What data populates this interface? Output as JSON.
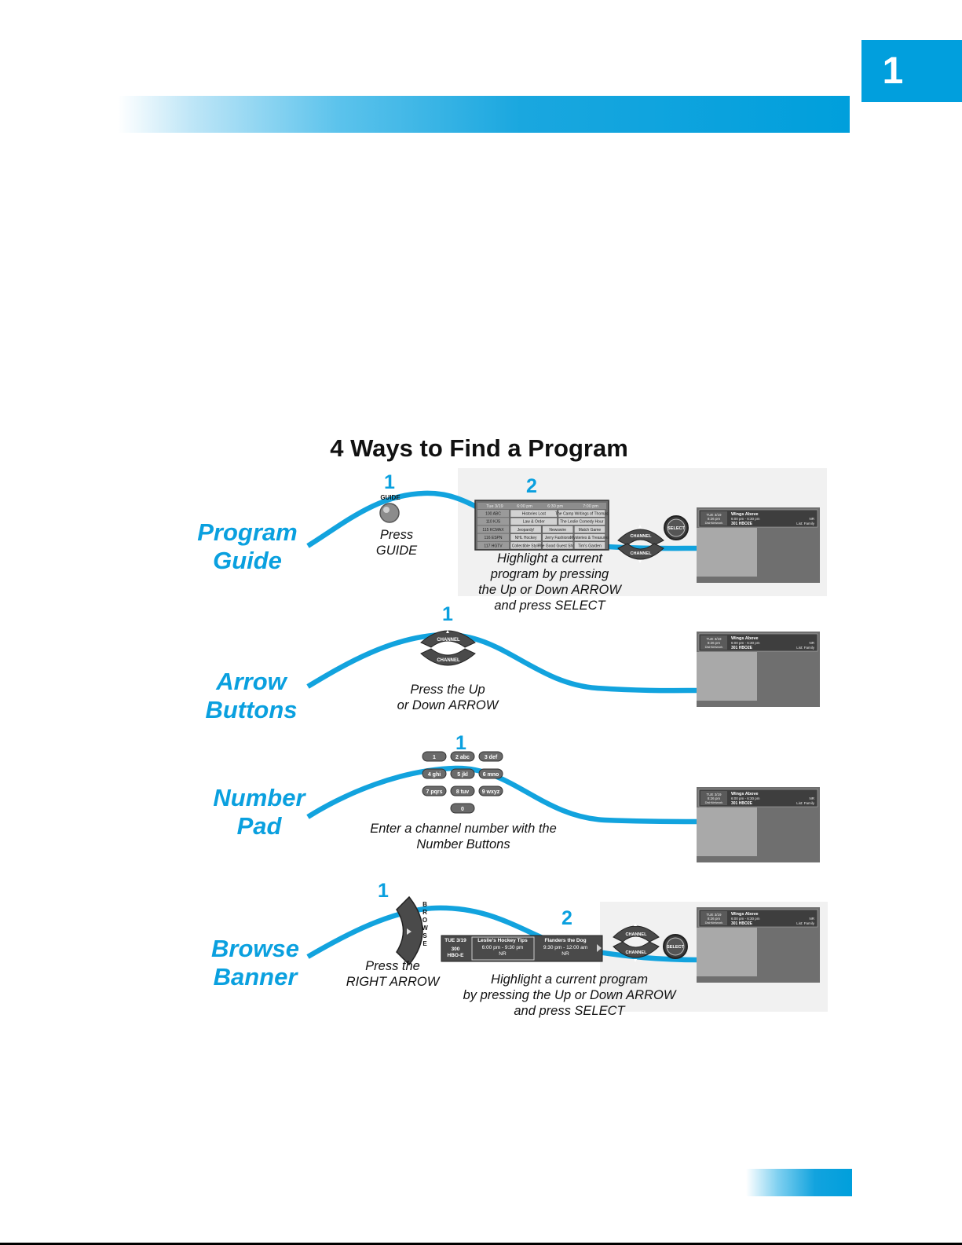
{
  "chapter": {
    "number": "1"
  },
  "section_title": "4 Ways to Find a Program",
  "ways": [
    {
      "label_line1": "Program",
      "label_line2": "Guide",
      "steps": [
        {
          "number": "1",
          "button": "GUIDE",
          "caption_lines": [
            "Press",
            "GUIDE"
          ]
        },
        {
          "number": "2",
          "caption_lines": [
            "Highlight a current",
            "program by pressing",
            "the Up or Down ARROW",
            "and press SELECT"
          ]
        }
      ]
    },
    {
      "label_line1": "Arrow",
      "label_line2": "Buttons",
      "steps": [
        {
          "number": "1",
          "caption_lines": [
            "Press the Up",
            "or Down ARROW"
          ]
        }
      ]
    },
    {
      "label_line1": "Number",
      "label_line2": "Pad",
      "steps": [
        {
          "number": "1",
          "caption_lines": [
            "Enter a channel number with the",
            "Number Buttons"
          ]
        }
      ]
    },
    {
      "label_line1": "Browse",
      "label_line2": "Banner",
      "steps": [
        {
          "number": "1",
          "caption_lines": [
            "Press the",
            "RIGHT ARROW"
          ]
        },
        {
          "number": "2",
          "caption_lines": [
            "Highlight a current program",
            "by pressing the Up or Down ARROW",
            "and press SELECT"
          ]
        }
      ]
    }
  ],
  "remote": {
    "channel_label": "CHANNEL",
    "select_label": "SELECT",
    "browse_letters": [
      "B",
      "R",
      "O",
      "W",
      "S",
      "E"
    ],
    "number_keys": [
      "1",
      "2 abc",
      "3 def",
      "4 ghi",
      "5 jkl",
      "6 mno",
      "7 pqrs",
      "8 tuv",
      "9 wxyz",
      "0"
    ]
  },
  "tv_banner": {
    "date": "TUE 3/19",
    "time": "8:26 pm",
    "network": "DishNetwork",
    "program": "Wings Above",
    "timeslot": "6:00 pm - 6:30 pm",
    "channel": "301 HBO2E",
    "rating": "NR",
    "category": "List: Family"
  },
  "browse_banner": {
    "date": "TUE 3/19",
    "channel_number": "300",
    "channel_name": "HBO-E",
    "program1_title": "Leslie's Hockey Tips",
    "program1_time": "6:00 pm - 9:30 pm",
    "program1_rating": "NR",
    "program2_title": "Flanders the Dog",
    "program2_time": "9:30 pm - 12:00 am",
    "program2_rating": "NR"
  },
  "program_guide": {
    "header": [
      "Tue 3/19",
      "6:00 pm",
      "6:30 pm",
      "7:00 pm"
    ],
    "rows": [
      {
        "channel": "100 ABC",
        "programs": [
          "Histories Lost",
          "The Camp Writings of Thomas"
        ]
      },
      {
        "channel": "110 KJS",
        "programs": [
          "Law & Order",
          "The Leslie Comedy Hour"
        ]
      },
      {
        "channel": "115 KCMAX",
        "programs": [
          "Jeopardy!",
          "Newswire",
          "Match Game"
        ]
      },
      {
        "channel": "116 ESPN",
        "programs": [
          "NHL Hockey",
          "Jerry Fashions",
          "Mysteries & Treasures"
        ]
      },
      {
        "channel": "117 HGTV",
        "programs": [
          "Collectible Style",
          "The Good Guest Show",
          "Tim's Garden"
        ]
      }
    ]
  }
}
